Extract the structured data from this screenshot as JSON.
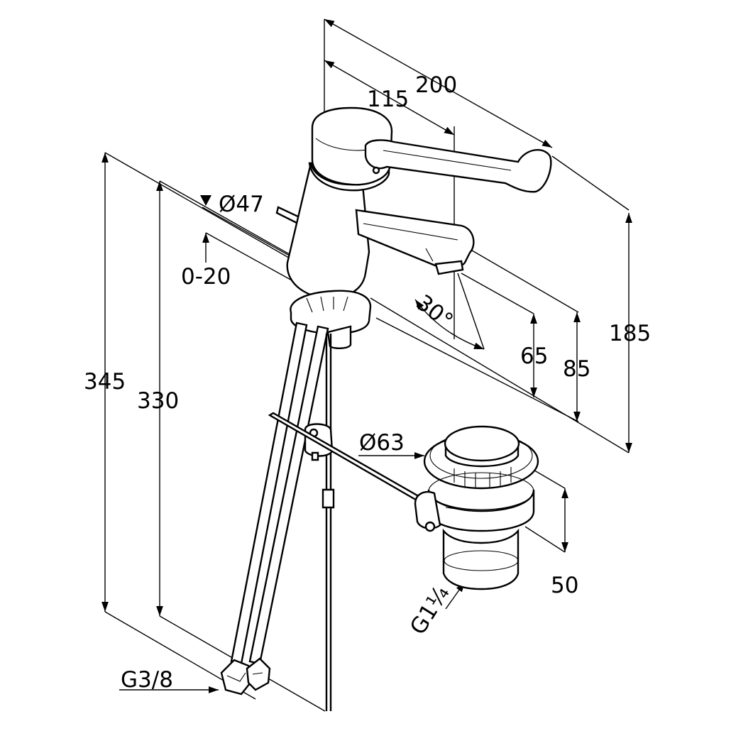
{
  "drawing": {
    "dimensions": {
      "overall_width": "200",
      "spout_reach": "115",
      "spout_diameter": "Ø47",
      "popup_range": "0-20",
      "spout_angle": "30°",
      "height_65": "65",
      "height_85": "85",
      "height_185": "185",
      "overall_length": "345",
      "hose_length": "330",
      "waste_diameter": "Ø63",
      "waste_height": "50",
      "waste_thread": "G1¼",
      "hose_thread": "G3/8"
    }
  }
}
